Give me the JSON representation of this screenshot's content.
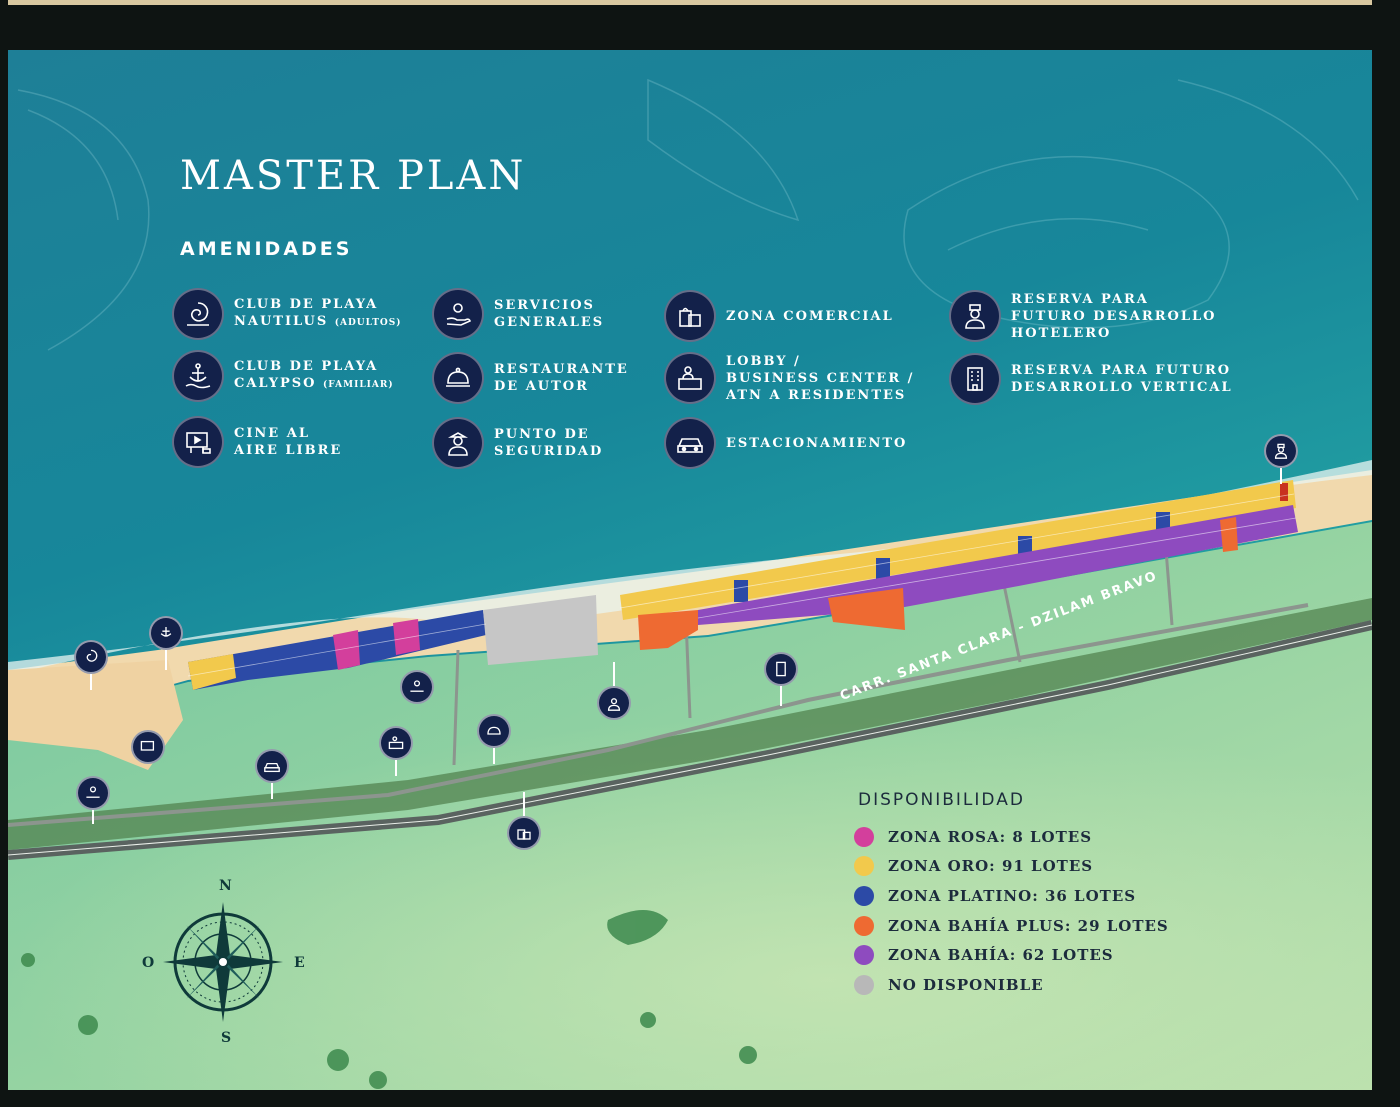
{
  "title": "MASTER PLAN",
  "subtitle": "AMENIDADES",
  "amenities": [
    {
      "icon": "nautilus-shell-icon",
      "label": "CLUB DE PLAYA\nNAUTILUS",
      "note": "(ADULTOS)"
    },
    {
      "icon": "concierge-hand-icon",
      "label": "SERVICIOS\nGENERALES"
    },
    {
      "icon": "shopping-bags-icon",
      "label": "ZONA COMERCIAL"
    },
    {
      "icon": "hotel-staff-icon",
      "label": "RESERVA PARA\nFUTURO DESARROLLO\nHOTELERO"
    },
    {
      "icon": "anchor-wave-icon",
      "label": "CLUB DE PLAYA\nCALYPSO",
      "note": "(FAMILIAR)"
    },
    {
      "icon": "cloche-icon",
      "label": "RESTAURANTE\nDE AUTOR"
    },
    {
      "icon": "reception-desk-icon",
      "label": "LOBBY /\nBUSINESS CENTER /\nATN A RESIDENTES"
    },
    {
      "icon": "building-icon",
      "label": "RESERVA PARA FUTURO\nDESARROLLO VERTICAL"
    },
    {
      "icon": "outdoor-cinema-icon",
      "label": "CINE AL\nAIRE LIBRE"
    },
    {
      "icon": "security-guard-icon",
      "label": "PUNTO DE\nSEGURIDAD"
    },
    {
      "icon": "car-icon",
      "label": "ESTACIONAMIENTO"
    }
  ],
  "road_label": "CARR. SANTA CLARA - DZILAM BRAVO",
  "legend": {
    "title": "DISPONIBILIDAD",
    "items": [
      {
        "label": "ZONA ROSA: 8 LOTES",
        "color": "#d33f9c"
      },
      {
        "label": "ZONA ORO: 91 LOTES",
        "color": "#f2c94c"
      },
      {
        "label": "ZONA PLATINO: 36 LOTES",
        "color": "#2c4aa6"
      },
      {
        "label": "ZONA BAHÍA PLUS: 29 LOTES",
        "color": "#ee6a32"
      },
      {
        "label": "ZONA BAHÍA: 62 LOTES",
        "color": "#8e4bbf"
      },
      {
        "label": "NO DISPONIBLE",
        "color": "#b8b8b8"
      }
    ]
  },
  "compass": {
    "n": "N",
    "s": "S",
    "e": "E",
    "o": "O"
  },
  "colors": {
    "sea_deep": "#0f6f8a",
    "sea_light": "#2aa9a8",
    "sand": "#f1d9ad",
    "land": "#8fcf9f",
    "icon_bg": "#13214a"
  }
}
